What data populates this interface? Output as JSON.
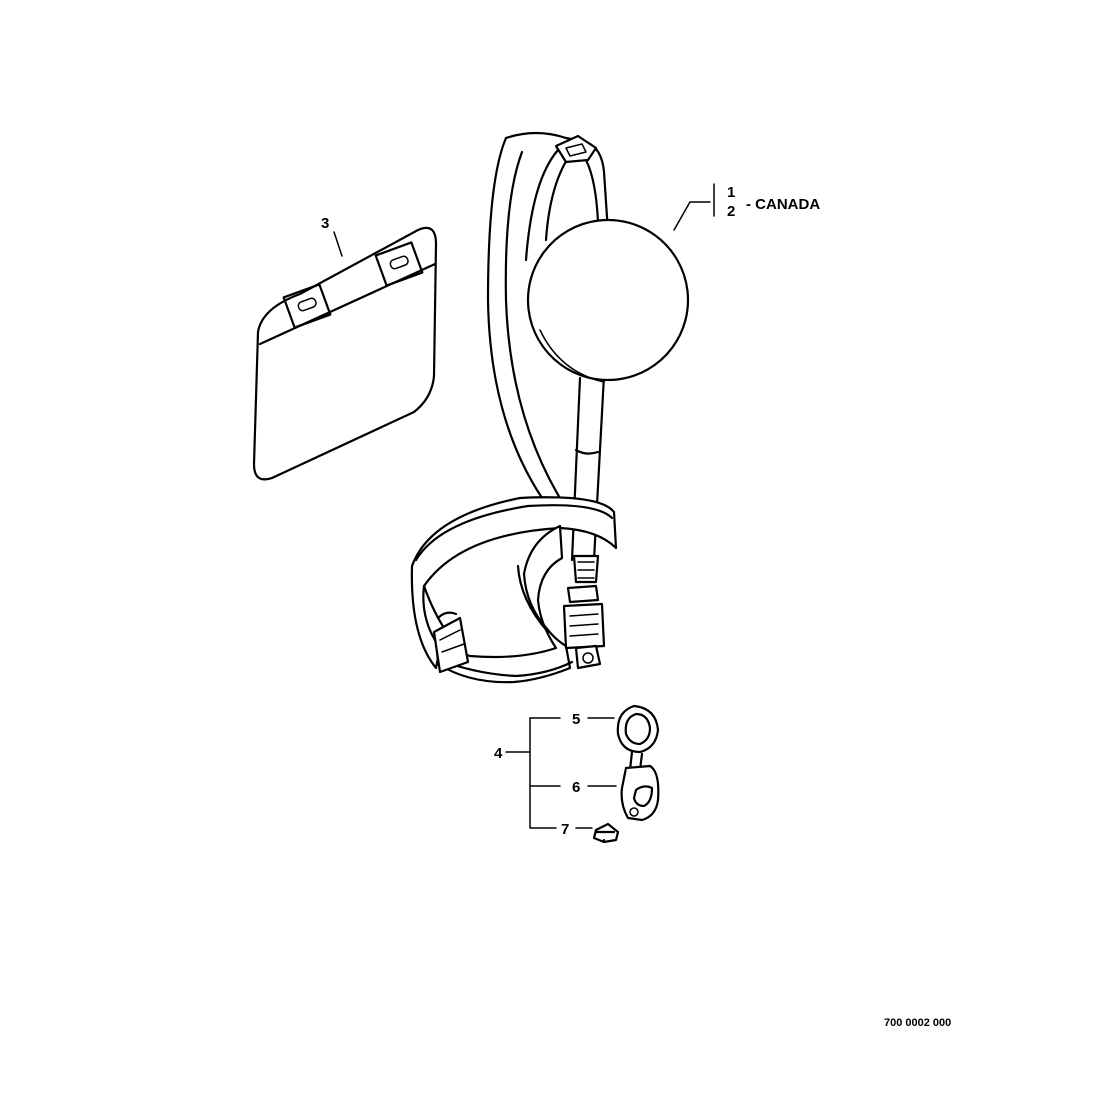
{
  "callouts": {
    "c1": "1",
    "c2": "2",
    "canada_note": "- CANADA",
    "c3": "3",
    "c4": "4",
    "c5": "5",
    "c6": "6",
    "c7": "7"
  },
  "drawing_number": "700 0002 000"
}
